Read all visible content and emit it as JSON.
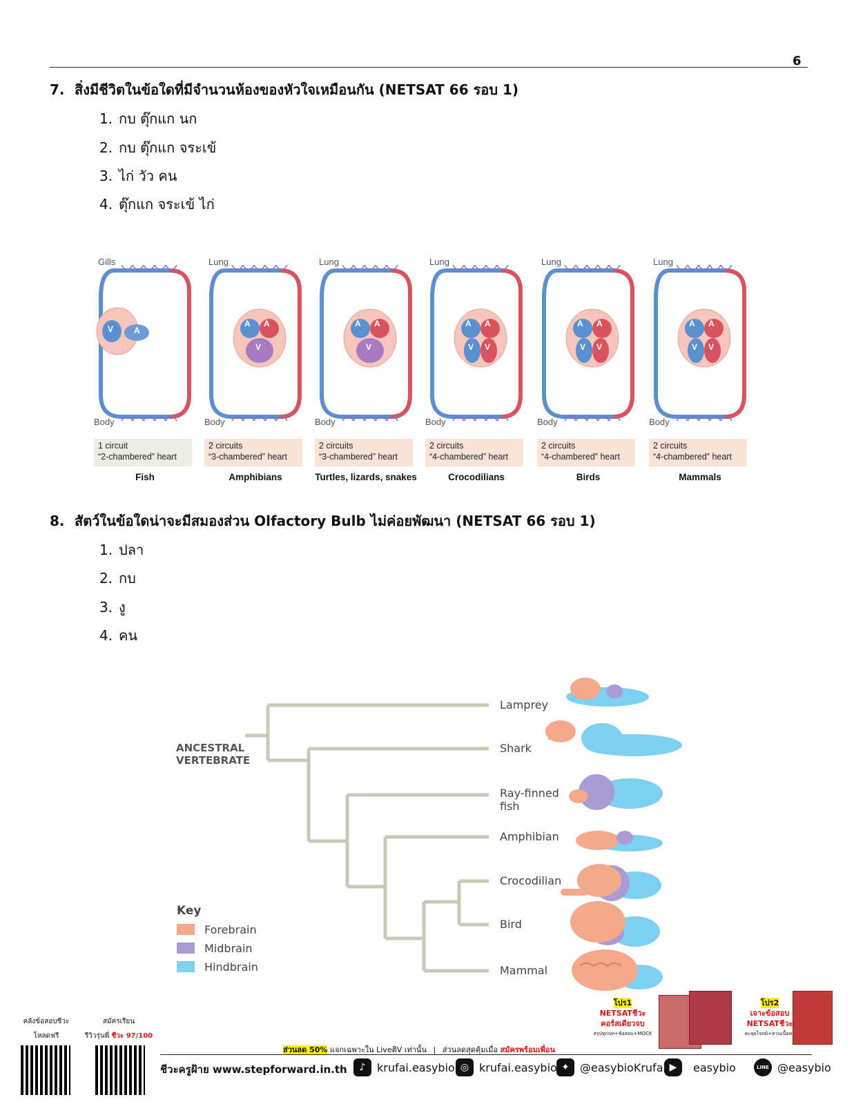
{
  "page_number": "6",
  "q7": {
    "number": "7.",
    "text": "สิ่งมีชีวิตในข้อใดที่มีจำนวนห้องของหัวใจเหมือนกัน (NETSAT 66 รอบ 1)",
    "options": [
      {
        "n": "1.",
        "text": "กบ ตุ๊กแก นก"
      },
      {
        "n": "2.",
        "text": "กบ ตุ๊กแก จระเข้"
      },
      {
        "n": "3.",
        "text": "ไก่ วัว คน"
      },
      {
        "n": "4.",
        "text": "ตุ๊กแก จระเข้ ไก่"
      }
    ]
  },
  "heart_diagrams": [
    {
      "top": "Gills",
      "bottom": "Body",
      "circuits": "1 circuit",
      "heart": "“2-chambered” heart",
      "animal": "Fish",
      "chambers": [
        "V",
        "A"
      ]
    },
    {
      "top": "Lung",
      "bottom": "Body",
      "circuits": "2 circuits",
      "heart": "“3-chambered” heart",
      "animal": "Amphibians",
      "chambers": [
        "A",
        "A",
        "V"
      ]
    },
    {
      "top": "Lung",
      "bottom": "Body",
      "circuits": "2 circuits",
      "heart": "“3-chambered” heart",
      "animal": "Turtles, lizards, snakes",
      "chambers": [
        "A",
        "A",
        "V"
      ]
    },
    {
      "top": "Lung",
      "bottom": "Body",
      "circuits": "2 circuits",
      "heart": "“4-chambered” heart",
      "animal": "Crocodilians",
      "chambers": [
        "A",
        "A",
        "V",
        "V"
      ]
    },
    {
      "top": "Lung",
      "bottom": "Body",
      "circuits": "2 circuits",
      "heart": "“4-chambered” heart",
      "animal": "Birds",
      "chambers": [
        "A",
        "A",
        "V",
        "V"
      ]
    },
    {
      "top": "Lung",
      "bottom": "Body",
      "circuits": "2 circuits",
      "heart": "“4-chambered” heart",
      "animal": "Mammals",
      "chambers": [
        "A",
        "A",
        "V",
        "V"
      ]
    }
  ],
  "q8": {
    "number": "8.",
    "text": "สัตว์ในข้อใดน่าจะมีสมองส่วน Olfactory Bulb ไม่ค่อยพัฒนา (NETSAT 66 รอบ 1)",
    "options": [
      {
        "n": "1.",
        "text": "ปลา"
      },
      {
        "n": "2.",
        "text": "กบ"
      },
      {
        "n": "3.",
        "text": "งู"
      },
      {
        "n": "4.",
        "text": "คน"
      }
    ]
  },
  "brain_tree": {
    "root_line1": "ANCESTRAL",
    "root_line2": "VERTEBRATE",
    "taxa": [
      "Lamprey",
      "Shark",
      "Ray-finned",
      "fish",
      "Amphibian",
      "Crocodilian",
      "Bird",
      "Mammal"
    ],
    "key_title": "Key",
    "key": [
      {
        "label": "Forebrain",
        "color": "#f4a98c"
      },
      {
        "label": "Midbrain",
        "color": "#a99bd4"
      },
      {
        "label": "Hindbrain",
        "color": "#7dd0f0"
      }
    ]
  },
  "footer": {
    "qr1_line1": "คลังข้อสอบชีวะ",
    "qr1_line2": "โหลดฟรี",
    "qr2_line1": "สมัครเรียน",
    "qr2_line2a": "รีวิวรุ่นพี่ ",
    "qr2_line2b": "ชีวะ 97/100",
    "promo1_title": "โปร1",
    "promo1_line1": "NETSATชีวะ",
    "promo1_line2": "คอร์สเดียวจบ",
    "promo1_line3": "สรุปทุกบท+ข้อสอบ+MOCK",
    "promo2_title": "โปร2",
    "promo2_line1": "เจาะข้อสอบ",
    "promo2_line2": "NETSATชีวะ",
    "promo2_line3": "ตะลุยโจทย์+ทวนเนื้อหา",
    "discount_hl": "ส่วนลด 50%",
    "discount_text": " แจกเฉพาะใน LiveติV เท่านั้น",
    "discount2": "ส่วนลดสุดคุ้มเมื่อ ",
    "discount2_red": "สมัครพร้อมเพื่อน",
    "site": "ชีวะครูฝ้าย www.stepforward.in.th",
    "socials": [
      {
        "icon": "tiktok-icon",
        "glyph": "♪",
        "text": "krufai.easybio"
      },
      {
        "icon": "instagram-icon",
        "glyph": "◎",
        "text": "krufai.easybio"
      },
      {
        "icon": "twitter-icon",
        "glyph": "✦",
        "text": "@easybioKrufai"
      },
      {
        "icon": "youtube-icon",
        "glyph": "▶",
        "text": "easybio"
      },
      {
        "icon": "line-icon",
        "glyph": "LINE",
        "text": "@easybio"
      }
    ]
  }
}
